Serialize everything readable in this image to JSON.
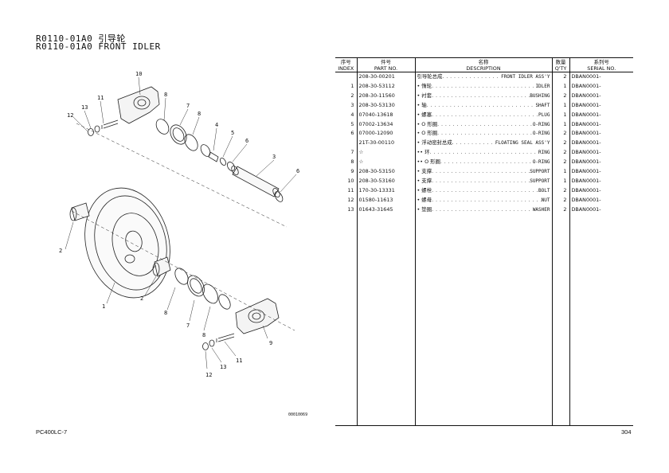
{
  "header": {
    "title_cn": "R0110-01A0 引导轮",
    "title_en": "R0110-01A0 FRONT IDLER"
  },
  "figure": {
    "code": "00010069",
    "callouts": [
      "1",
      "2",
      "2",
      "3",
      "4",
      "5",
      "6",
      "6",
      "7",
      "7",
      "8",
      "8",
      "8",
      "8",
      "9",
      "10",
      "11",
      "11",
      "12",
      "12",
      "13",
      "13"
    ]
  },
  "table": {
    "headers": {
      "index_cn": "序号",
      "index_en": "INDEX",
      "part_cn": "件号",
      "part_en": "PART NO.",
      "desc_cn": "名称",
      "desc_en": "DESCRIPTION",
      "qty_cn": "数量",
      "qty_en": "Q'TY",
      "serial_cn": "系列号",
      "serial_en": "SERIAL NO."
    },
    "rows": [
      {
        "index": "",
        "part": "208-30-00201",
        "cn": "引导轮总成",
        "en": "FRONT IDLER ASS'Y",
        "qty": "2",
        "serial": "DBAN0001-"
      },
      {
        "index": "1",
        "part": "208-30-53112",
        "cn": "• 惰轮",
        "en": "IDLER",
        "qty": "1",
        "serial": "DBAN0001-"
      },
      {
        "index": "2",
        "part": "208-30-11560",
        "cn": "• 衬套",
        "en": "BUSHING",
        "qty": "2",
        "serial": "DBAN0001-"
      },
      {
        "index": "3",
        "part": "208-30-53130",
        "cn": "• 轴",
        "en": "SHAFT",
        "qty": "1",
        "serial": "DBAN0001-"
      },
      {
        "index": "4",
        "part": "07040-13618",
        "cn": "• 螺塞",
        "en": "PLUG",
        "qty": "1",
        "serial": "DBAN0001-"
      },
      {
        "index": "5",
        "part": "07002-13634",
        "cn": "• O 形圈",
        "en": "O-RING",
        "qty": "1",
        "serial": "DBAN0001-"
      },
      {
        "index": "6",
        "part": "07000-12090",
        "cn": "• O 形圈",
        "en": "O-RING",
        "qty": "2",
        "serial": "DBAN0001-"
      },
      {
        "index": "",
        "part": "21T-30-00110",
        "cn": "• 浮动密封总成",
        "en": "FLOATING SEAL ASS'Y",
        "qty": "2",
        "serial": "DBAN0001-"
      },
      {
        "index": "7",
        "part": "☆",
        "cn": "•• 环",
        "en": "RING",
        "qty": "2",
        "serial": "DBAN0001-"
      },
      {
        "index": "8",
        "part": "☆",
        "cn": "•• O 形圈",
        "en": "O-RING",
        "qty": "2",
        "serial": "DBAN0001-"
      },
      {
        "index": "9",
        "part": "208-30-53150",
        "cn": "• 支撑",
        "en": "SUPPORT",
        "qty": "1",
        "serial": "DBAN0001-"
      },
      {
        "index": "10",
        "part": "208-30-53160",
        "cn": "• 支撑",
        "en": "SUPPORT",
        "qty": "1",
        "serial": "DBAN0001-"
      },
      {
        "index": "11",
        "part": "170-30-13331",
        "cn": "• 螺栓",
        "en": "BOLT",
        "qty": "2",
        "serial": "DBAN0001-"
      },
      {
        "index": "12",
        "part": "01580-11613",
        "cn": "• 螺母",
        "en": "NUT",
        "qty": "2",
        "serial": "DBAN0001-"
      },
      {
        "index": "13",
        "part": "01643-31645",
        "cn": "• 垫圈",
        "en": "WASHER",
        "qty": "2",
        "serial": "DBAN0001-"
      }
    ]
  },
  "footer": {
    "model": "PC400LC-7",
    "page": "304"
  }
}
